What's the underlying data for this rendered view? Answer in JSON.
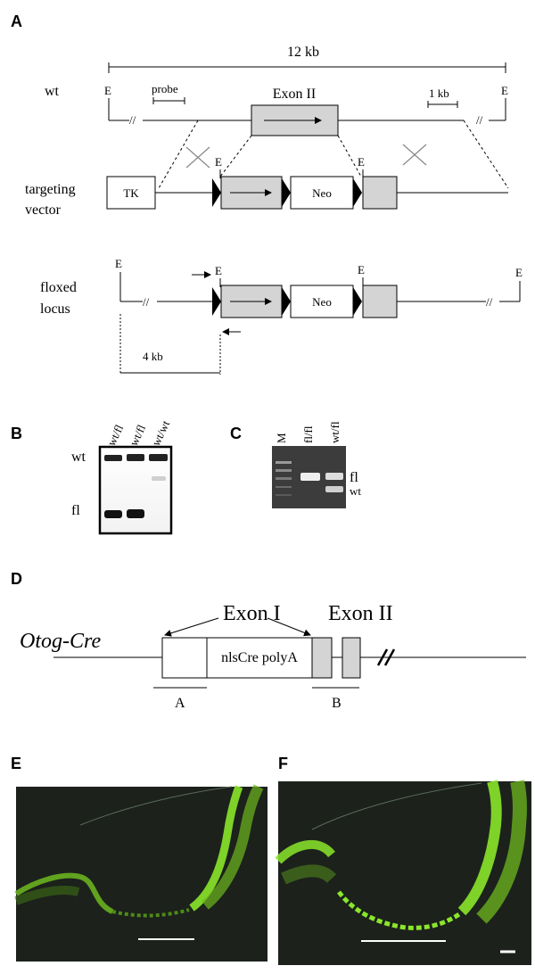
{
  "panels": {
    "a": "A",
    "b": "B",
    "c": "C",
    "d": "D",
    "e": "E",
    "f": "F"
  },
  "panel_a": {
    "scale_label": "12 kb",
    "wt_label": "wt",
    "targeting_label_1": "targeting",
    "targeting_label_2": "vector",
    "floxed_label_1": "floxed",
    "floxed_label_2": "locus",
    "probe_label": "probe",
    "kb1_label": "1 kb",
    "kb4_label": "4 kb",
    "exon_label": "Exon II",
    "tk_label": "TK",
    "neo_label": "Neo",
    "ecori_label": "E",
    "break_mark": "//"
  },
  "panel_b": {
    "lanes": [
      "wt/fl",
      "wt/fl",
      "wt/wt"
    ],
    "band_labels": {
      "wt": "wt",
      "fl": "fl"
    }
  },
  "panel_c": {
    "lanes": [
      "M",
      "fl/fl",
      "wt/fl"
    ],
    "band_labels": {
      "fl": "fl",
      "wt": "wt"
    }
  },
  "panel_d": {
    "construct_label": "Otog-Cre",
    "exon1_label": "Exon I",
    "exon2_label": "Exon II",
    "cassette_label": "nlsCre polyA",
    "probe_a": "A",
    "probe_b": "B"
  },
  "colors": {
    "exon_fill": "#d4d4d4",
    "micrograph_bg": "#1c211c",
    "fluorescence": "#7ed321",
    "gel_bg": "#3c3c3c"
  }
}
